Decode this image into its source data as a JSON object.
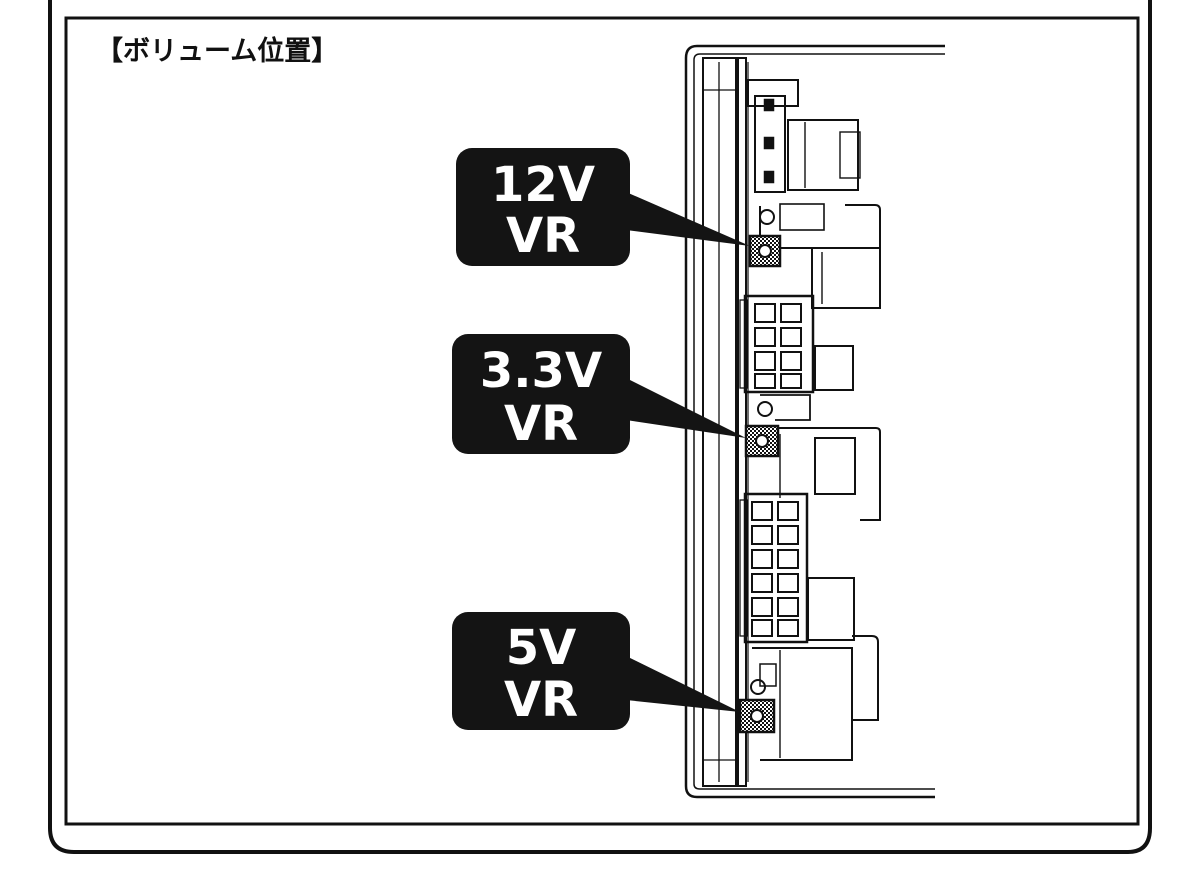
{
  "figure": {
    "title": "【ボリューム位置】",
    "labels": [
      {
        "id": "12v",
        "line1": "12V",
        "line2": "VR"
      },
      {
        "id": "3-3v",
        "line1": "3.3V",
        "line2": "VR"
      },
      {
        "id": "5v",
        "line1": "5V",
        "line2": "VR"
      }
    ],
    "colors": {
      "ink": "#111111",
      "label_bg": "#141414",
      "label_text": "#ffffff",
      "paper": "#ffffff"
    }
  }
}
